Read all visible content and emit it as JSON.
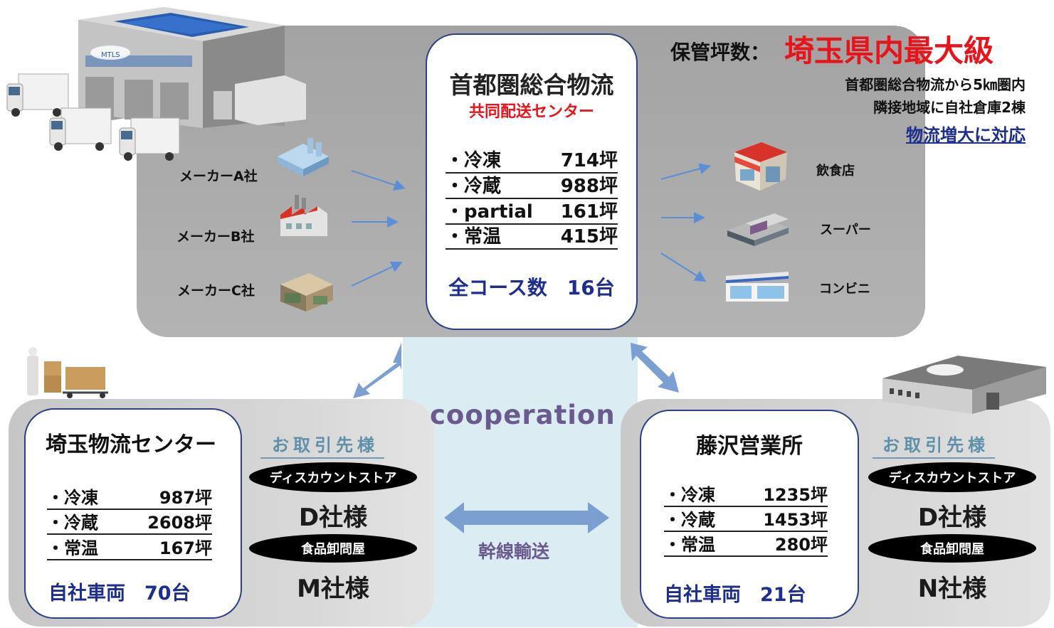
{
  "storage": {
    "label": "保管坪数：",
    "headline": "埼玉県内最大級",
    "line1": "首都圏総合物流から5㎞圏内",
    "line2": "隣接地域に自社倉庫2棟",
    "line3": "物流増大に対応"
  },
  "center": {
    "title": "首都圏総合物流",
    "subtitle": "共同配送センター",
    "rows": [
      {
        "label": "・冷凍",
        "value": "714坪"
      },
      {
        "label": "・冷蔵",
        "value": "988坪"
      },
      {
        "label": "・partial",
        "value": "161坪"
      },
      {
        "label": "・常温",
        "value": "415坪"
      }
    ],
    "courses": "全コース数　16台"
  },
  "makers": [
    "メーカーA社",
    "メーカーB社",
    "メーカーC社"
  ],
  "destinations": [
    "飲食店",
    "スーパー",
    "コンビニ"
  ],
  "cooperation": "cooperation",
  "trunk_transport": "幹線輸送",
  "saitama": {
    "title": "埼玉物流センター",
    "rows": [
      {
        "label": "・冷凍",
        "value": "987坪"
      },
      {
        "label": "・冷蔵",
        "value": "2608坪"
      },
      {
        "label": "・常温",
        "value": "167坪"
      }
    ],
    "vehicles": "自社車両　70台",
    "customers_title": "お取引先様",
    "customers": [
      {
        "type": "ディスカウントストア",
        "name": "D社様"
      },
      {
        "type": "食品卸問屋",
        "name": "M社様"
      }
    ]
  },
  "fujisawa": {
    "title": "藤沢営業所",
    "rows": [
      {
        "label": "・冷凍",
        "value": "1235坪"
      },
      {
        "label": "・冷蔵",
        "value": "1453坪"
      },
      {
        "label": "・常温",
        "value": "280坪"
      }
    ],
    "vehicles": "自社車両　21台",
    "customers_title": "お取引先様",
    "customers": [
      {
        "type": "ディスカウントストア",
        "name": "D社様"
      },
      {
        "type": "食品卸問屋",
        "name": "N社様"
      }
    ]
  },
  "logo_text": "MTLS",
  "colors": {
    "accent_red": "#e8141b",
    "navy": "#1c2f8c",
    "coop_purple": "#6b5a8e",
    "arrow_blue": "#5b8ed6"
  }
}
